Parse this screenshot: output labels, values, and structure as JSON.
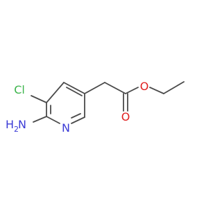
{
  "molecule": {
    "atoms": {
      "chlorine": {
        "text": "Cl",
        "color": "#3cb44b"
      },
      "amine_n": {
        "text": "H",
        "color": "#3b3bd6"
      },
      "amine_h2": {
        "text": "2",
        "color": "#3b3bd6"
      },
      "amine_n_letter": {
        "text": "N",
        "color": "#3b3bd6"
      },
      "ring_n": {
        "text": "N",
        "color": "#3b3bd6"
      },
      "ether_o": {
        "text": "O",
        "color": "#e02020"
      },
      "carbonyl_o": {
        "text": "O",
        "color": "#e02020"
      }
    },
    "bond_color": "#4a4a4a"
  }
}
